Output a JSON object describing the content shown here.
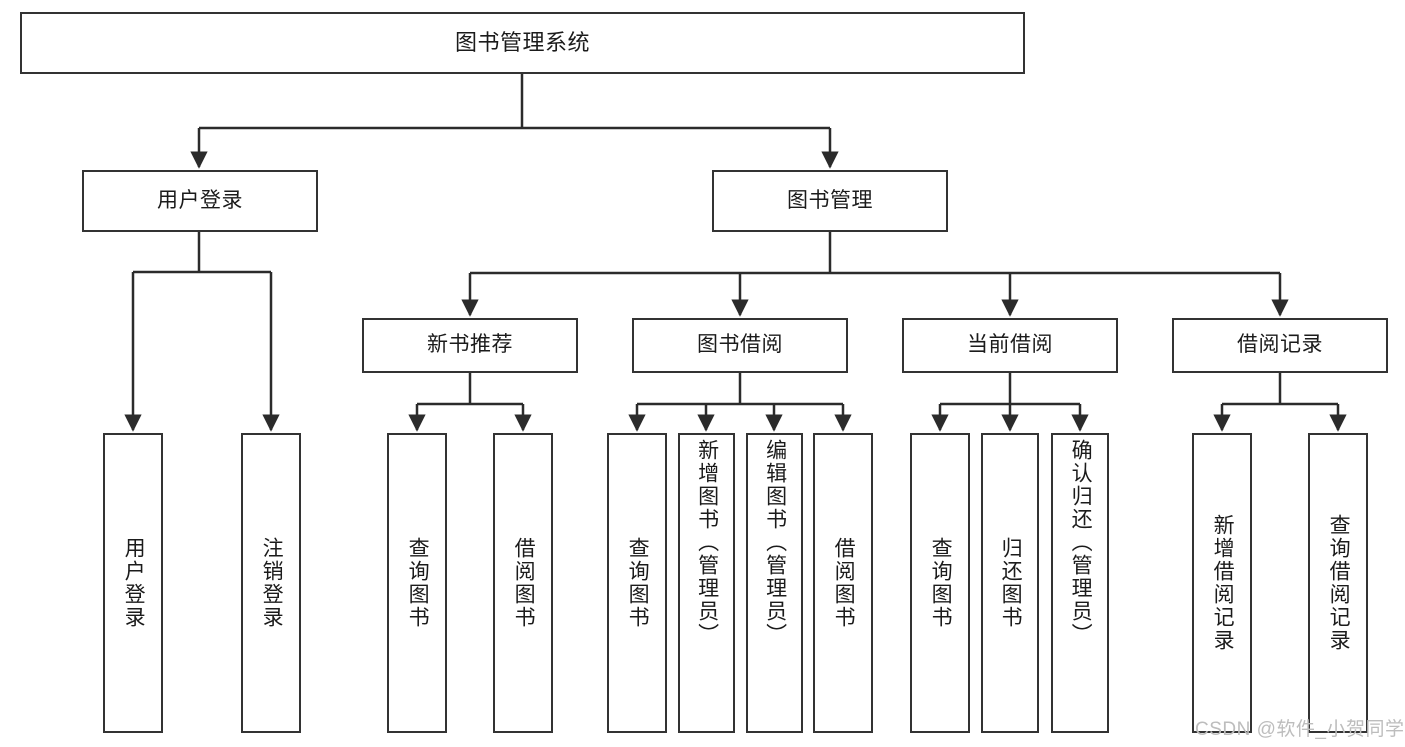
{
  "diagram": {
    "title": "图书管理系统",
    "type": "function-structure-tree",
    "colors": {
      "box_border": "#333333",
      "box_fill": "#ffffff",
      "text": "#1b1b1b",
      "connector": "#2b2b2b",
      "watermark": "#bdbdbd"
    },
    "root": {
      "label": "图书管理系统"
    },
    "level2": [
      {
        "label": "用户登录"
      },
      {
        "label": "图书管理"
      }
    ],
    "level3": [
      {
        "label": "新书推荐"
      },
      {
        "label": "图书借阅"
      },
      {
        "label": "当前借阅"
      },
      {
        "label": "借阅记录"
      }
    ],
    "leaves": {
      "user_login": [
        {
          "label": "用户登录"
        },
        {
          "label": "注销登录"
        }
      ],
      "new_book_recommend": [
        {
          "label": "查询图书"
        },
        {
          "label": "借阅图书"
        }
      ],
      "book_borrow": [
        {
          "label": "查询图书"
        },
        {
          "label": "新增图书（管理员）"
        },
        {
          "label": "编辑图书（管理员）"
        },
        {
          "label": "借阅图书"
        }
      ],
      "current_borrow": [
        {
          "label": "查询图书"
        },
        {
          "label": "归还图书"
        },
        {
          "label": "确认归还（管理员）"
        }
      ],
      "borrow_record": [
        {
          "label": "新增借阅记录"
        },
        {
          "label": "查询借阅记录"
        }
      ]
    }
  },
  "watermark": {
    "text": "CSDN @软件_小贺同学"
  }
}
